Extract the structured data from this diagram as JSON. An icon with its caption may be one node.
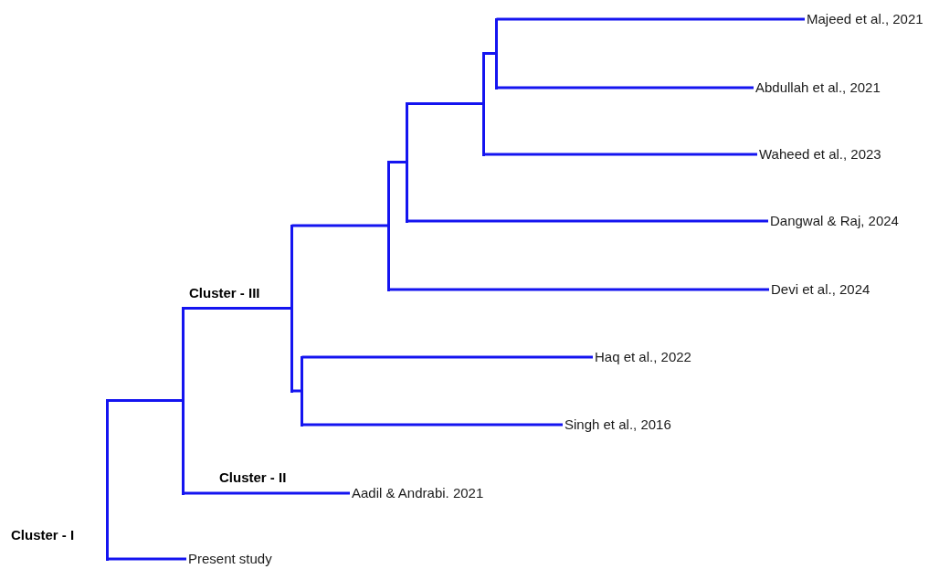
{
  "diagram": {
    "nodes": [
      {
        "text": [
          "Majeed et al., 2021"
        ]
      },
      {
        "text": [
          "Abdullah et al., 2021"
        ]
      },
      {
        "text": [
          "Waheed et al., 2023"
        ]
      },
      {
        "text": [
          "Dangwal & Raj, 2024"
        ]
      },
      {
        "text": [
          "Devi et al., 2024"
        ]
      },
      {
        "text": [
          "Haq et al., 2022"
        ]
      },
      {
        "text": [
          "Singh et al., 2016"
        ]
      },
      {
        "text": [
          "Aadil & Andrabi. 2021"
        ]
      },
      {
        "text": [
          "Present study"
        ]
      },
      {
        "text": [],
        "shape": "bar"
      },
      {
        "text": [],
        "shape": "bar"
      },
      {
        "text": [],
        "shape": "bar"
      },
      {
        "text": [],
        "shape": "bar"
      },
      {
        "text": [],
        "shape": "bar"
      },
      {
        "text": [],
        "shape": "bar"
      },
      {
        "text": [],
        "shape": "bar"
      },
      {
        "text": [],
        "shape": "bar"
      }
    ],
    "edges": [
      {
        "from": 9,
        "to": 10,
        "arrow": "none"
      },
      {
        "from": 9,
        "to": 8,
        "arrow": "none"
      },
      {
        "from": 10,
        "to": 11,
        "arrow": "none"
      },
      {
        "from": 10,
        "to": 7,
        "arrow": "none"
      },
      {
        "from": 11,
        "to": 13,
        "arrow": "none"
      },
      {
        "from": 11,
        "to": 12,
        "arrow": "none"
      },
      {
        "from": 12,
        "to": 5,
        "arrow": "none"
      },
      {
        "from": 12,
        "to": 6,
        "arrow": "none"
      },
      {
        "from": 13,
        "to": 14,
        "arrow": "none"
      },
      {
        "from": 13,
        "to": 4,
        "arrow": "none"
      },
      {
        "from": 14,
        "to": 15,
        "arrow": "none"
      },
      {
        "from": 14,
        "to": 3,
        "arrow": "none"
      },
      {
        "from": 15,
        "to": 16,
        "arrow": "none"
      },
      {
        "from": 15,
        "to": 2,
        "arrow": "none"
      },
      {
        "from": 16,
        "to": 0,
        "arrow": "none"
      },
      {
        "from": 16,
        "to": 1,
        "arrow": "none"
      }
    ],
    "labels": [
      "Cluster - III",
      "Cluster - II",
      "Cluster - I"
    ]
  }
}
